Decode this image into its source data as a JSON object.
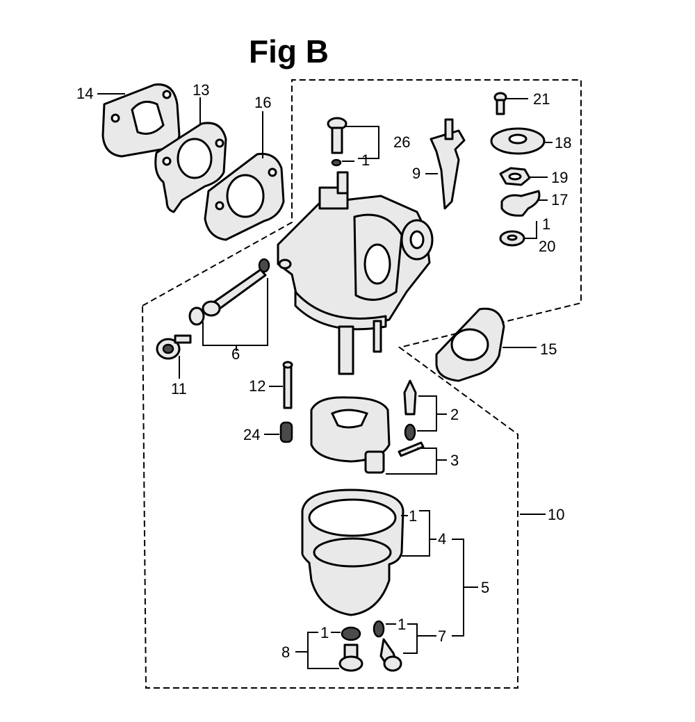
{
  "figure": {
    "title": "Fig B"
  },
  "callouts": [
    {
      "id": "14",
      "text": "14"
    },
    {
      "id": "13",
      "text": "13"
    },
    {
      "id": "16",
      "text": "16"
    },
    {
      "id": "26",
      "text": "26"
    },
    {
      "id": "1a",
      "text": "1"
    },
    {
      "id": "21",
      "text": "21"
    },
    {
      "id": "18",
      "text": "18"
    },
    {
      "id": "9",
      "text": "9"
    },
    {
      "id": "19",
      "text": "19"
    },
    {
      "id": "17",
      "text": "17"
    },
    {
      "id": "1b",
      "text": "1"
    },
    {
      "id": "20",
      "text": "20"
    },
    {
      "id": "15",
      "text": "15"
    },
    {
      "id": "6",
      "text": "6"
    },
    {
      "id": "11",
      "text": "11"
    },
    {
      "id": "12",
      "text": "12"
    },
    {
      "id": "24",
      "text": "24"
    },
    {
      "id": "2",
      "text": "2"
    },
    {
      "id": "3",
      "text": "3"
    },
    {
      "id": "10",
      "text": "10"
    },
    {
      "id": "1c",
      "text": "1"
    },
    {
      "id": "4",
      "text": "4"
    },
    {
      "id": "5",
      "text": "5"
    },
    {
      "id": "8",
      "text": "8"
    },
    {
      "id": "1d",
      "text": "1"
    },
    {
      "id": "1e",
      "text": "1"
    },
    {
      "id": "7",
      "text": "7"
    }
  ]
}
